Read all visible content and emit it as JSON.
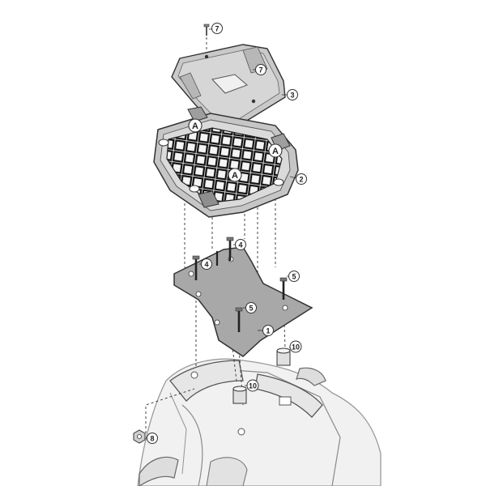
{
  "diagram": {
    "callouts": {
      "screw_top_cover": "7",
      "screw_cover_side": "7",
      "cover_plate": "3",
      "top_case_base": "2",
      "bolt_left": "4",
      "bolt_top": "4",
      "bolt_right": "5",
      "bolt_center": "5",
      "mounting_plate": "1",
      "spacer_right": "10",
      "spacer_center": "10",
      "nut": "8"
    },
    "mount_points": {
      "left": "A",
      "right": "A",
      "center": "A"
    },
    "colors": {
      "line": "#333333",
      "part_fill": "#c8c8c8",
      "plate_fill": "#a9a9a9",
      "dark": "#444444",
      "motorbike_fill": "#ececec"
    }
  }
}
